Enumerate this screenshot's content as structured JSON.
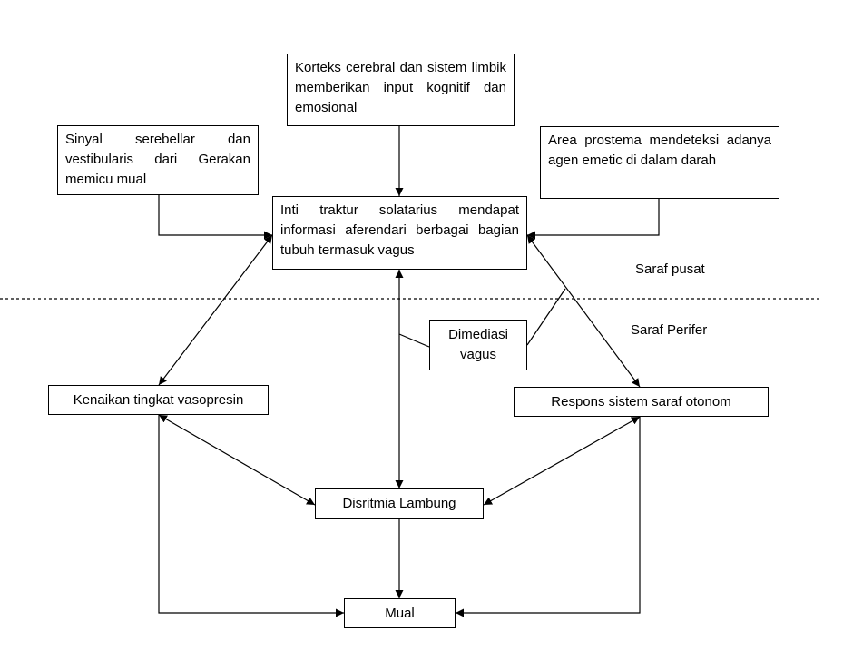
{
  "nodes": {
    "cortex": "Korteks cerebral dan sistem limbik memberikan input kognitif dan emosional",
    "cerebellar": "Sinyal serebellar dan vestibularis dari Gerakan memicu mual",
    "area_postrema": "Area prostema mendeteksi adanya agen emetic di dalam darah",
    "nts": "Inti traktur solatarius mendapat informasi aferendari berbagai bagian tubuh termasuk vagus",
    "vagus": "Dimediasi vagus",
    "vasopressin": "Kenaikan tingkat vasopresin",
    "autonomic": "Respons sistem saraf otonom",
    "dysrhythmia": "Disritmia Lambung",
    "nausea": "Mual"
  },
  "regions": {
    "central": "Saraf pusat",
    "peripheral": "Saraf Perifer"
  }
}
